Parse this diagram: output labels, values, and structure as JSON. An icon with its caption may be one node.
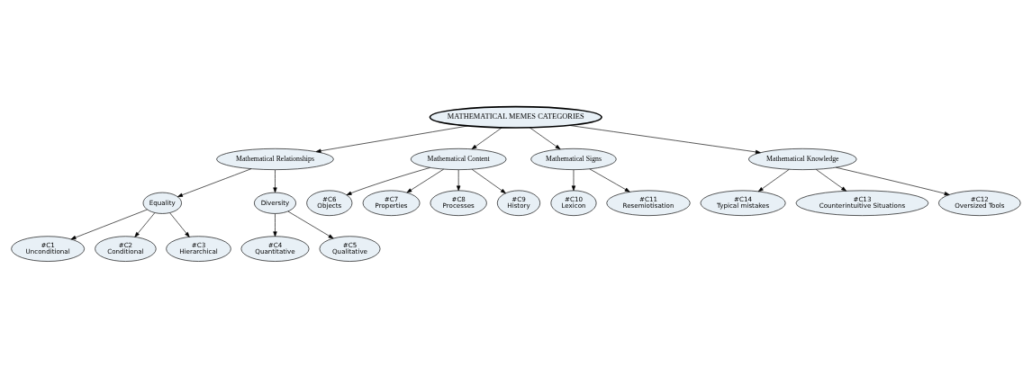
{
  "diagram": {
    "nodes": [
      {
        "text": [
          "MATHEMATICAL MEMES CATEGORIES"
        ]
      },
      {
        "text": [
          "Mathematical Relationships"
        ]
      },
      {
        "text": [
          "Equality"
        ]
      },
      {
        "text": [
          "#C1",
          "Unconditional"
        ]
      },
      {
        "text": [
          "#C2",
          "Conditional"
        ]
      },
      {
        "text": [
          "#C3",
          "Hierarchical"
        ]
      },
      {
        "text": [
          "Diversity"
        ]
      },
      {
        "text": [
          "#C4",
          "Quantitative"
        ]
      },
      {
        "text": [
          "#C5",
          "Qualitative"
        ]
      },
      {
        "text": [
          "Mathematical Content"
        ]
      },
      {
        "text": [
          "#C6",
          "Objects"
        ]
      },
      {
        "text": [
          "#C7",
          "Properties"
        ]
      },
      {
        "text": [
          "#C8",
          "Processes"
        ]
      },
      {
        "text": [
          "#C9",
          "History"
        ]
      },
      {
        "text": [
          "Mathematical Signs"
        ]
      },
      {
        "text": [
          "#C10",
          "Lexicon"
        ]
      },
      {
        "text": [
          "#C11",
          "Resemiotisation"
        ]
      },
      {
        "text": [
          "Mathematical Knowledge"
        ]
      },
      {
        "text": [
          "#C14",
          "Typical mistakes"
        ]
      },
      {
        "text": [
          "#C13",
          "Counterintuitive Situations"
        ]
      },
      {
        "text": [
          "#C12",
          "Oversized Tools"
        ]
      }
    ],
    "edges": [
      {
        "from": 0,
        "to": 1,
        "arrow": "to"
      },
      {
        "from": 1,
        "to": 2,
        "arrow": "to"
      },
      {
        "from": 2,
        "to": 3,
        "arrow": "to"
      },
      {
        "from": 2,
        "to": 4,
        "arrow": "to"
      },
      {
        "from": 2,
        "to": 5,
        "arrow": "to"
      },
      {
        "from": 1,
        "to": 6,
        "arrow": "to"
      },
      {
        "from": 6,
        "to": 7,
        "arrow": "to"
      },
      {
        "from": 6,
        "to": 8,
        "arrow": "to"
      },
      {
        "from": 0,
        "to": 9,
        "arrow": "to"
      },
      {
        "from": 9,
        "to": 10,
        "arrow": "to"
      },
      {
        "from": 9,
        "to": 11,
        "arrow": "to"
      },
      {
        "from": 9,
        "to": 12,
        "arrow": "to"
      },
      {
        "from": 9,
        "to": 13,
        "arrow": "to"
      },
      {
        "from": 0,
        "to": 14,
        "arrow": "to"
      },
      {
        "from": 14,
        "to": 15,
        "arrow": "to"
      },
      {
        "from": 14,
        "to": 16,
        "arrow": "to"
      },
      {
        "from": 0,
        "to": 17,
        "arrow": "to"
      },
      {
        "from": 17,
        "to": 18,
        "arrow": "to"
      },
      {
        "from": 17,
        "to": 19,
        "arrow": "to"
      },
      {
        "from": 17,
        "to": 20,
        "arrow": "to"
      }
    ]
  }
}
